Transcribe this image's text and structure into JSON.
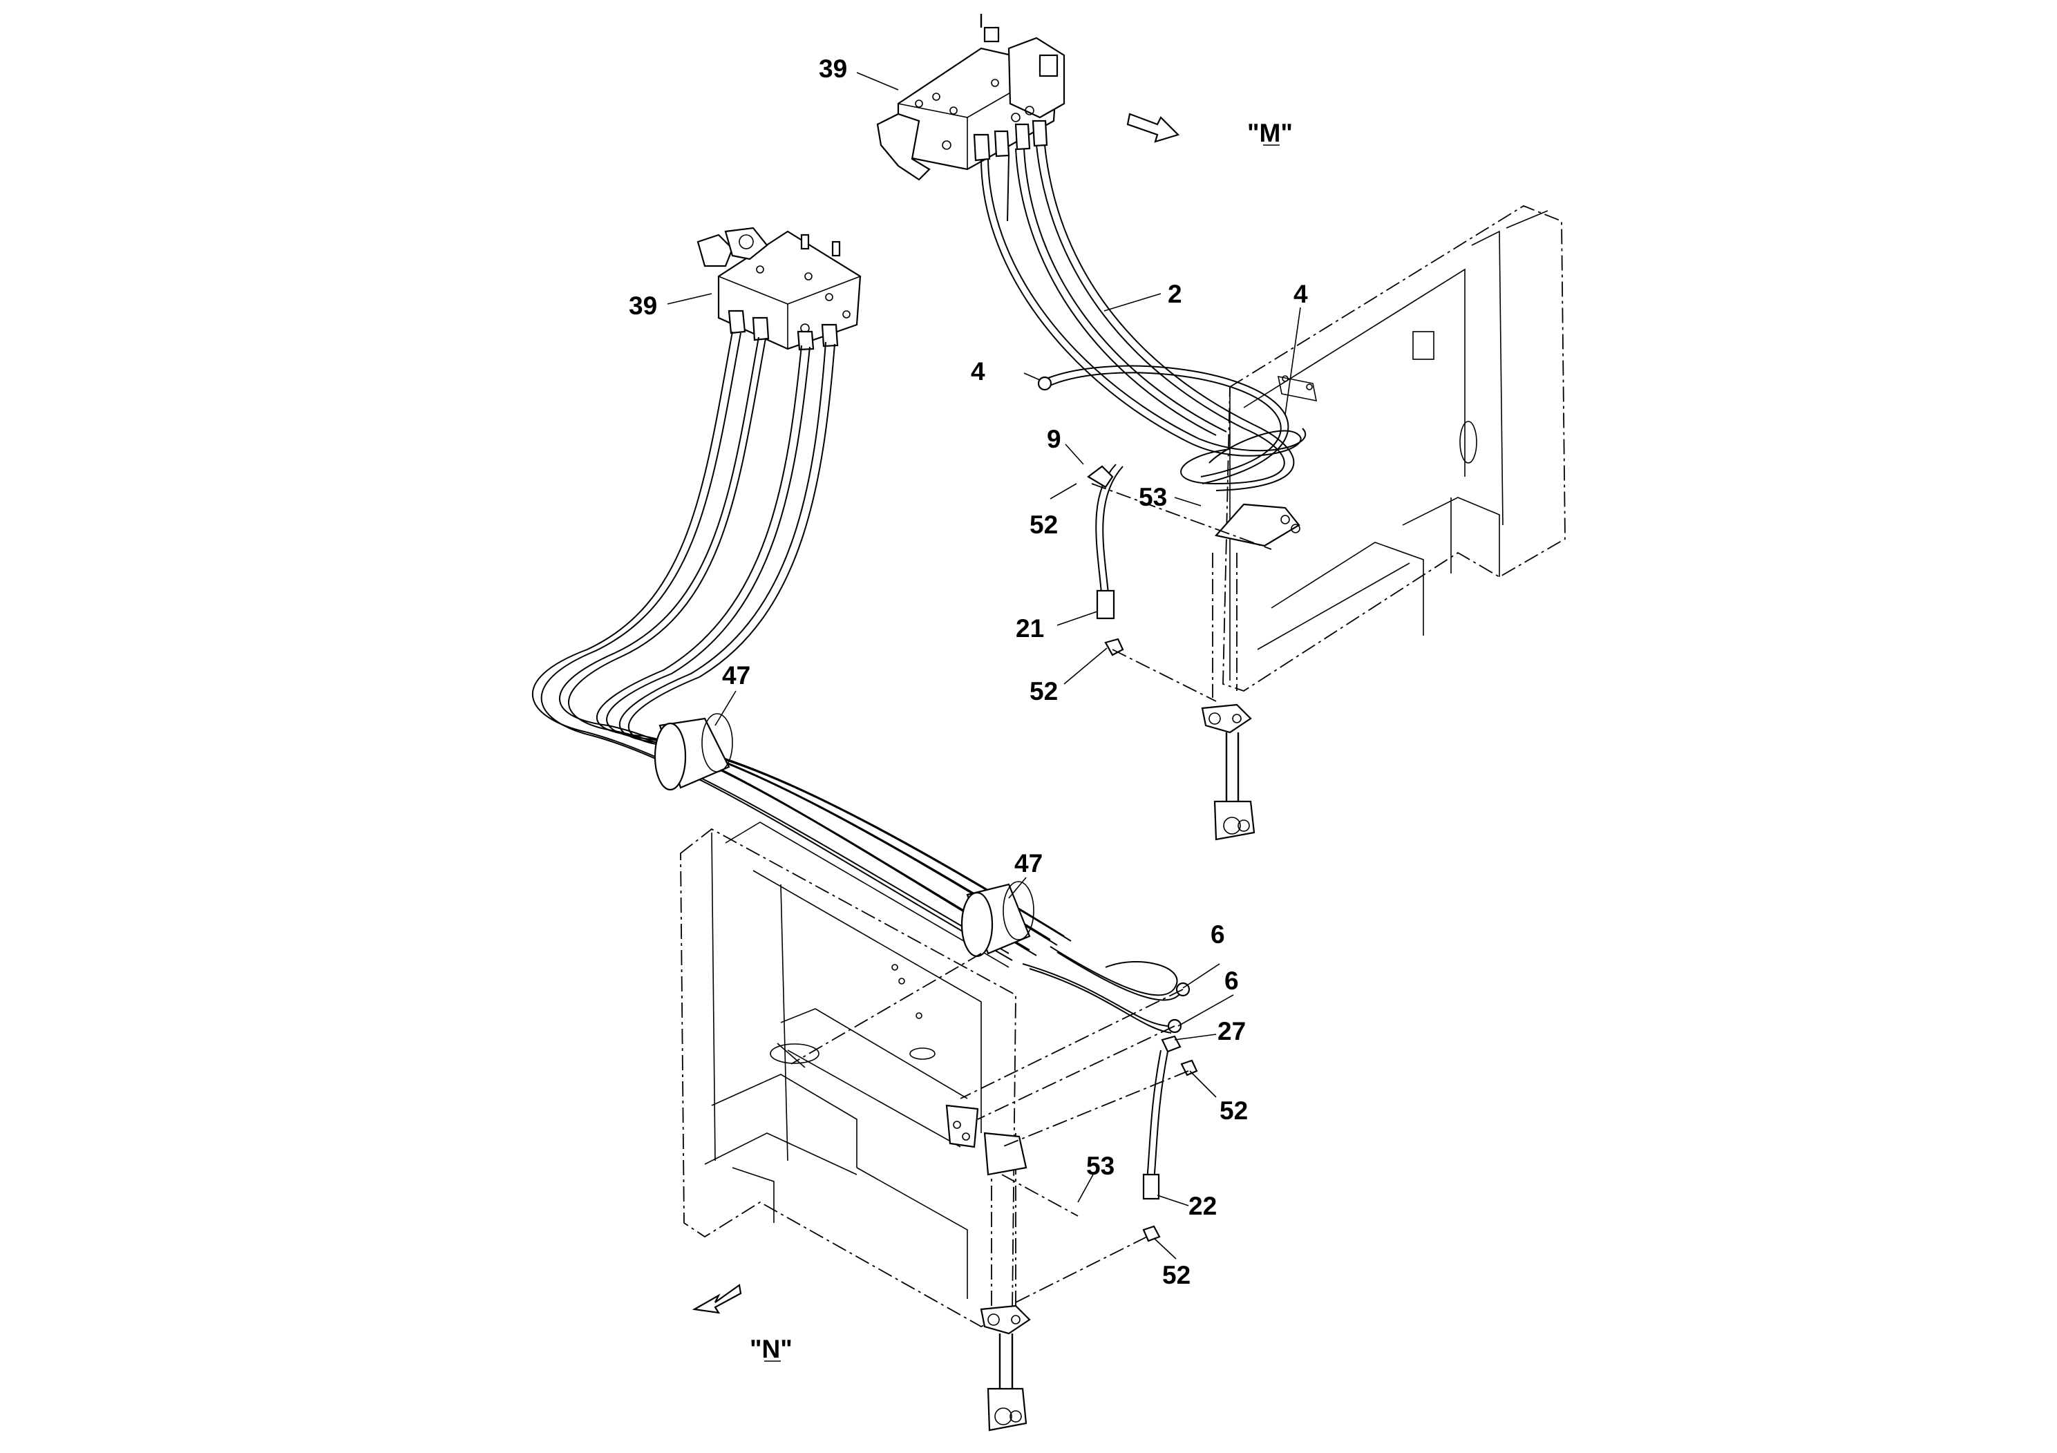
{
  "diagram": {
    "callouts": [
      {
        "id": "c39a",
        "text": "39"
      },
      {
        "id": "c39b",
        "text": "39"
      },
      {
        "id": "c2",
        "text": "2"
      },
      {
        "id": "c4a",
        "text": "4"
      },
      {
        "id": "c4b",
        "text": "4"
      },
      {
        "id": "c9",
        "text": "9"
      },
      {
        "id": "c53a",
        "text": "53"
      },
      {
        "id": "c52a",
        "text": "52"
      },
      {
        "id": "c21",
        "text": "21"
      },
      {
        "id": "c52b",
        "text": "52"
      },
      {
        "id": "c47a",
        "text": "47"
      },
      {
        "id": "c47b",
        "text": "47"
      },
      {
        "id": "c6a",
        "text": "6"
      },
      {
        "id": "c6b",
        "text": "6"
      },
      {
        "id": "c27",
        "text": "27"
      },
      {
        "id": "c52c",
        "text": "52"
      },
      {
        "id": "c53b",
        "text": "53"
      },
      {
        "id": "c22",
        "text": "22"
      },
      {
        "id": "c52d",
        "text": "52"
      }
    ],
    "views": {
      "m_label": "\"M\"",
      "n_label": "\"N\""
    }
  }
}
